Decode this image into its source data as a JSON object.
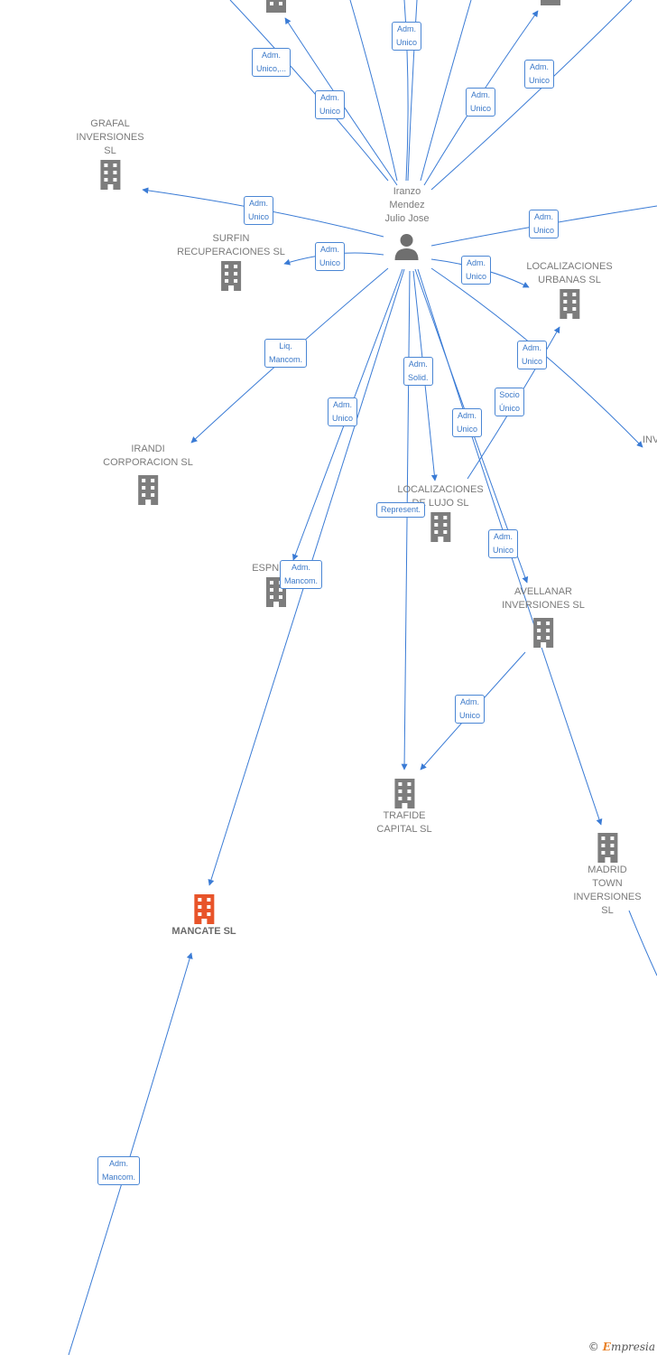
{
  "colors": {
    "edge": "#3a7bd5",
    "building": "#7d7d7d",
    "highlight": "#e8542a"
  },
  "person": {
    "name": "Iranzo\nMendez\nJulio Jose",
    "icon": "person-icon"
  },
  "companies": {
    "grafal": "GRAFAL\nINVERSIONES\nSL",
    "surfin": "SURFIN\nRECUPERACIONES SL",
    "localizaciones_urbanas": "LOCALIZACIONES\nURBANAS SL",
    "irandi": "IRANDI\nCORPORACION SL",
    "localizaciones_lujo": "LOCALIZACIONES\nDE LUJO SL",
    "espnig": "ESPNIG",
    "avellanar": "AVELLANAR\nINVERSIONES SL",
    "trafide": "TRAFIDE\nCAPITAL  SL",
    "madrid_town": "MADRID\nTOWN\nINVERSIONES SL",
    "mancate": "MANCATE  SL",
    "inv_partial": "INV"
  },
  "edge_labels": {
    "e1": "Adm.\nUnico",
    "e2": "Adm.\nUnico,...",
    "e3": "Adm.\nUnico",
    "e4": "Adm.\nUnico",
    "e5": "Adm.\nUnico",
    "e6": "Adm.\nUnico",
    "e7": "Adm.\nUnico",
    "e8": "Adm.\nUnico",
    "e9": "Adm.\nUnico",
    "e10": "Liq.\nMancom.",
    "e11": "Adm.\nSolid.",
    "e12": "Adm.\nUnico",
    "e13": "Socio\nÚnico",
    "e14": "Adm.\nUnico",
    "e15": "Represent.",
    "e16": "Adm.\nUnico",
    "e17": "Adm.\nMancom.",
    "e18": "Adm.\nUnico",
    "e19": "Adm.\nMancom.",
    "e20": "Adm.\nUnico"
  },
  "footer": {
    "copyright": "©",
    "brand_initial": "E",
    "brand_rest": "mpresia"
  }
}
